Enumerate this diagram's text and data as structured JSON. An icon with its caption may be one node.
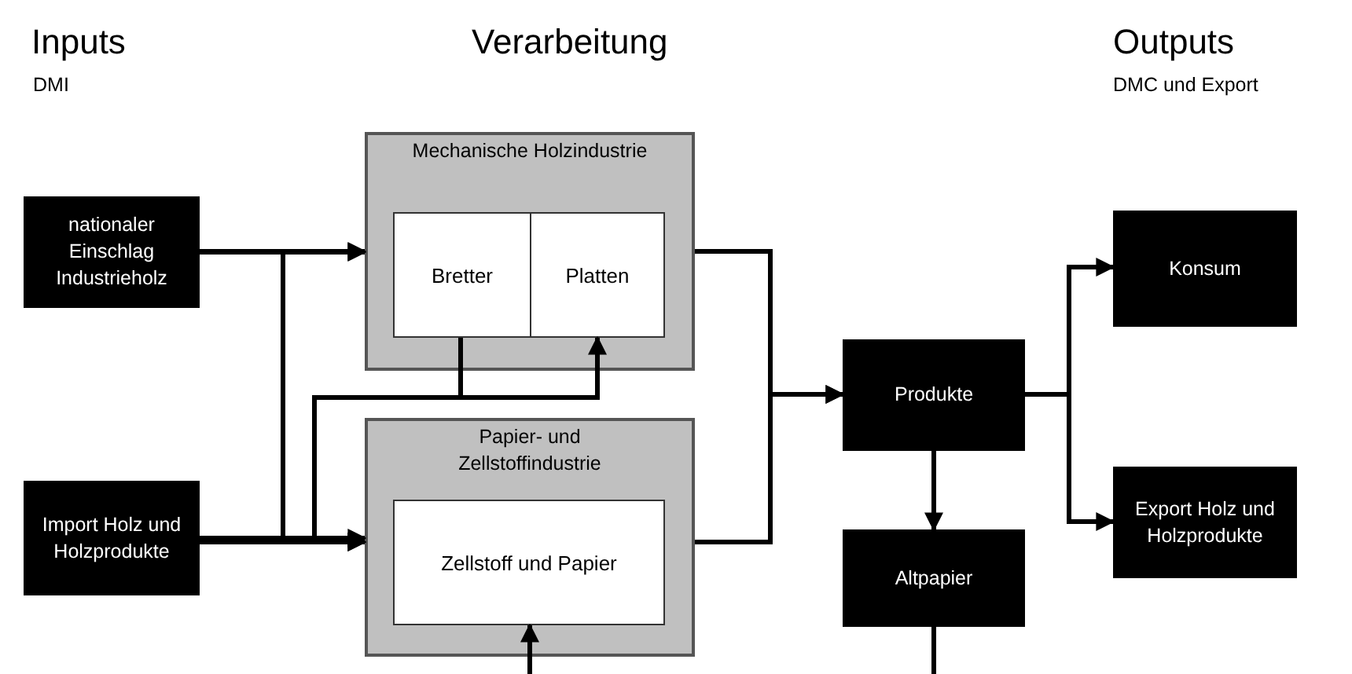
{
  "diagram": {
    "nodes": [
      {
        "text": [
          "nationaler Einschlag Industrieholz"
        ]
      },
      {
        "text": [
          "Import Holz und Holzprodukte"
        ]
      },
      {
        "text": [
          "Mechanische Holzindustrie"
        ]
      },
      {
        "text": [
          "Bretter"
        ],
        "in": 2
      },
      {
        "text": [
          "Platten"
        ],
        "in": 2
      },
      {
        "text": [
          "Papier- und Zellstoffindustrie"
        ]
      },
      {
        "text": [
          "Zellstoff und Papier"
        ],
        "in": 5
      },
      {
        "text": [
          "Produkte"
        ]
      },
      {
        "text": [
          "Altpapier"
        ]
      },
      {
        "text": [
          "Konsum"
        ]
      },
      {
        "text": [
          "Export Holz und Holzprodukte"
        ]
      }
    ],
    "edges": [
      {
        "from": 0,
        "to": 2,
        "arrow": "to"
      },
      {
        "from": 0,
        "to": 5,
        "arrow": "to"
      },
      {
        "from": 1,
        "to": 2,
        "arrow": "to"
      },
      {
        "from": 1,
        "to": 5,
        "arrow": "to"
      },
      {
        "from": 3,
        "to": 4,
        "arrow": "to"
      },
      {
        "from": 3,
        "to": 5,
        "arrow": "to"
      },
      {
        "from": 2,
        "to": 7,
        "arrow": "to"
      },
      {
        "from": 5,
        "to": 7,
        "arrow": "to"
      },
      {
        "from": 7,
        "to": 9,
        "arrow": "to"
      },
      {
        "from": 7,
        "to": 10,
        "arrow": "to"
      },
      {
        "from": 7,
        "to": 8,
        "arrow": "to"
      },
      {
        "from": 8,
        "to": null,
        "arrow": "none"
      },
      {
        "from": null,
        "to": 6,
        "arrow": "to"
      }
    ],
    "labels": [
      "Inputs",
      "DMI",
      "Verarbeitung",
      "Outputs",
      "DMC und Export"
    ]
  }
}
